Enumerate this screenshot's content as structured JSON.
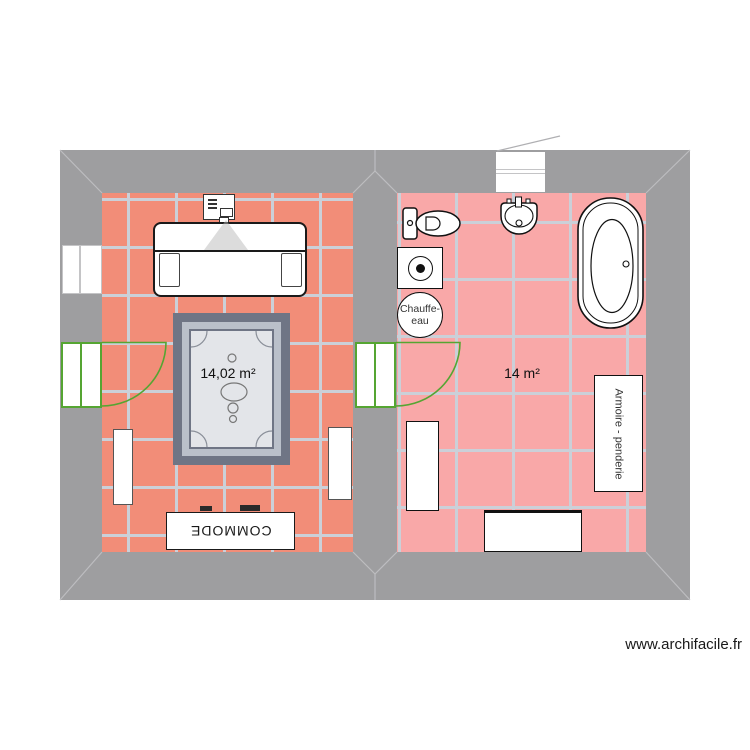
{
  "rooms": {
    "bedroom": {
      "area_label": "14,02 m²"
    },
    "bathroom": {
      "area_label": "14 m²"
    }
  },
  "furniture_labels": {
    "commode": "COMMODE",
    "chauffe_eau_line1": "Chauffe-",
    "chauffe_eau_line2": "eau",
    "armoire_penderie": "Armoire - penderie"
  },
  "watermark": "www.archifacile.fr",
  "colors": {
    "wall": "#9E9EA0",
    "bedroom_tile": "#F28D78",
    "bathroom_tile": "#F9A8A8",
    "tile_grout": "#CBD0D8",
    "door_green": "#55A532",
    "billiard_frame": "#6F7585",
    "billiard_band": "#BAC0CA",
    "billiard_felt": "#E3E5E9"
  }
}
